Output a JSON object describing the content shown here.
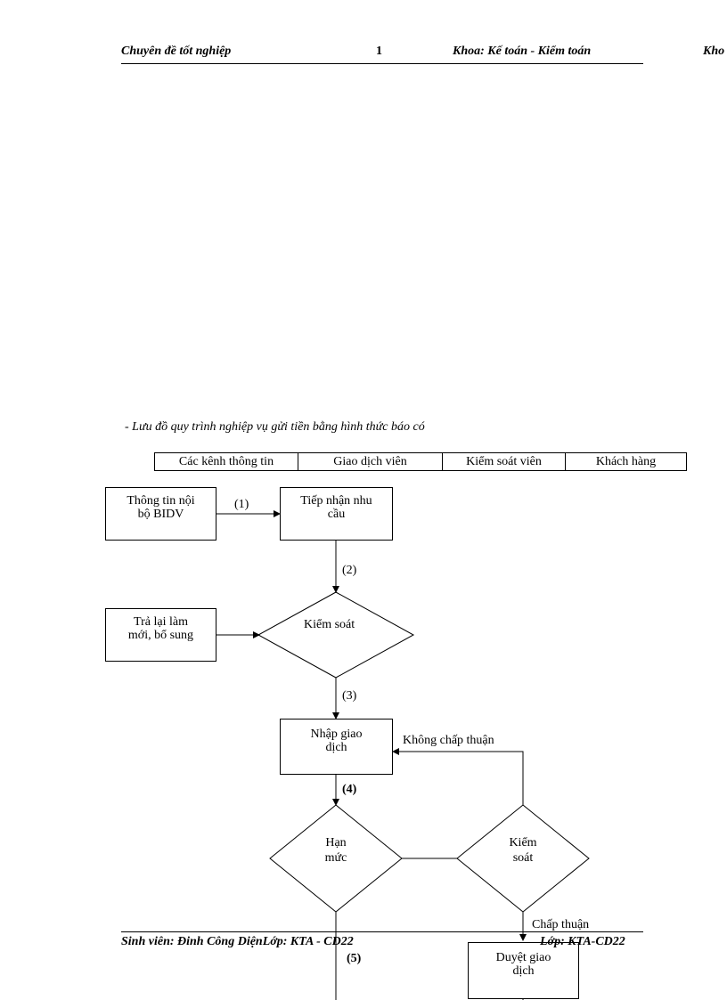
{
  "header": {
    "left": "Chuyên  đề tốt nghiệp",
    "page_number": "1",
    "center": "Khoa:  Kế toán - Kiểm toán",
    "right": "Kho"
  },
  "caption": "- Lưu đồ quy trình nghiệp vụ gửi tiền bằng hình thức báo có",
  "lanes": [
    "Các kênh thông tin",
    "Giao dịch viên",
    "Kiểm soát viên",
    "Khách hàng"
  ],
  "nodes": {
    "internal_info": [
      "Thông tin nội",
      "bộ BIDV"
    ],
    "receive_request": [
      "Tiếp nhận nhu",
      "cầu"
    ],
    "return_redo": [
      "Trả lại làm",
      "mới, bổ sung"
    ],
    "control_1": "Kiểm soát",
    "enter_transaction": [
      "Nhập giao",
      "dịch"
    ],
    "limit": [
      "Hạn",
      "mức"
    ],
    "control_2": [
      "Kiểm",
      "soát"
    ],
    "approve_transaction": [
      "Duyệt giao",
      "dịch"
    ]
  },
  "edge_labels": {
    "e1": "(1)",
    "e2": "(2)",
    "e3": "(3)",
    "e4": "(4)",
    "e5": "(5)",
    "reject": "Không chấp thuận",
    "approve": "Chấp thuận"
  },
  "footer": {
    "student": "Sinh viên: Đinh Công DiệnLớp: KTA  - CD22",
    "class": "Lớp: KTA-CD22"
  }
}
